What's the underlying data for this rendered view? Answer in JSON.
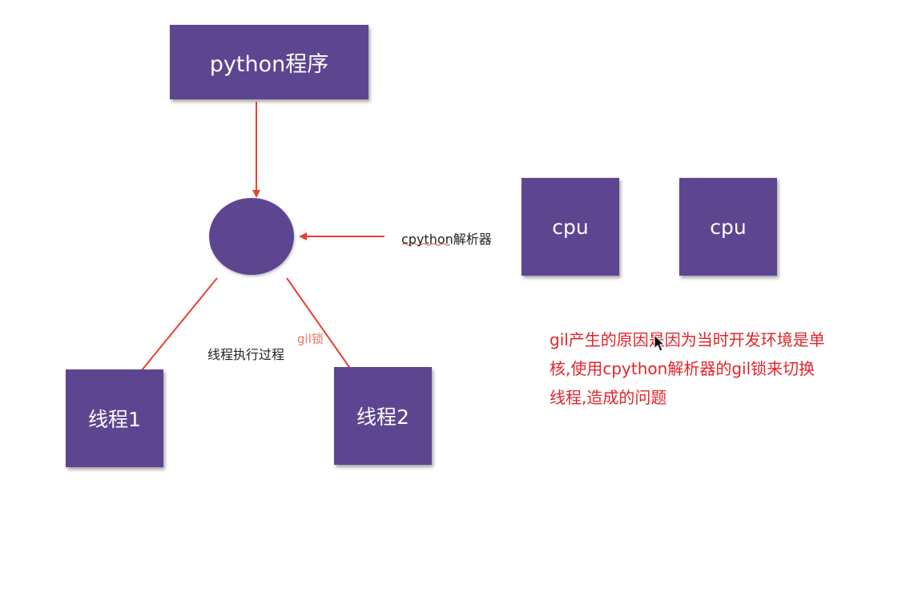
{
  "nodes": {
    "python_program": "python程序",
    "cpu_1": "cpu",
    "cpu_2": "cpu",
    "thread_1": "线程1",
    "thread_2": "线程2"
  },
  "labels": {
    "interpreter": "cpython解析器",
    "execution": "线程执行过程",
    "gil_lock": "gil锁"
  },
  "note": {
    "lines": [
      "gil产生的原因是因为当时开发环境是单",
      "核,使用cpython解析器的gil锁来切换",
      "线程,造成的问题"
    ]
  },
  "colors": {
    "box": "#5e4590",
    "arrow": "#e8412e",
    "note_text": "#e0262b",
    "gil_label": "#e87060"
  }
}
